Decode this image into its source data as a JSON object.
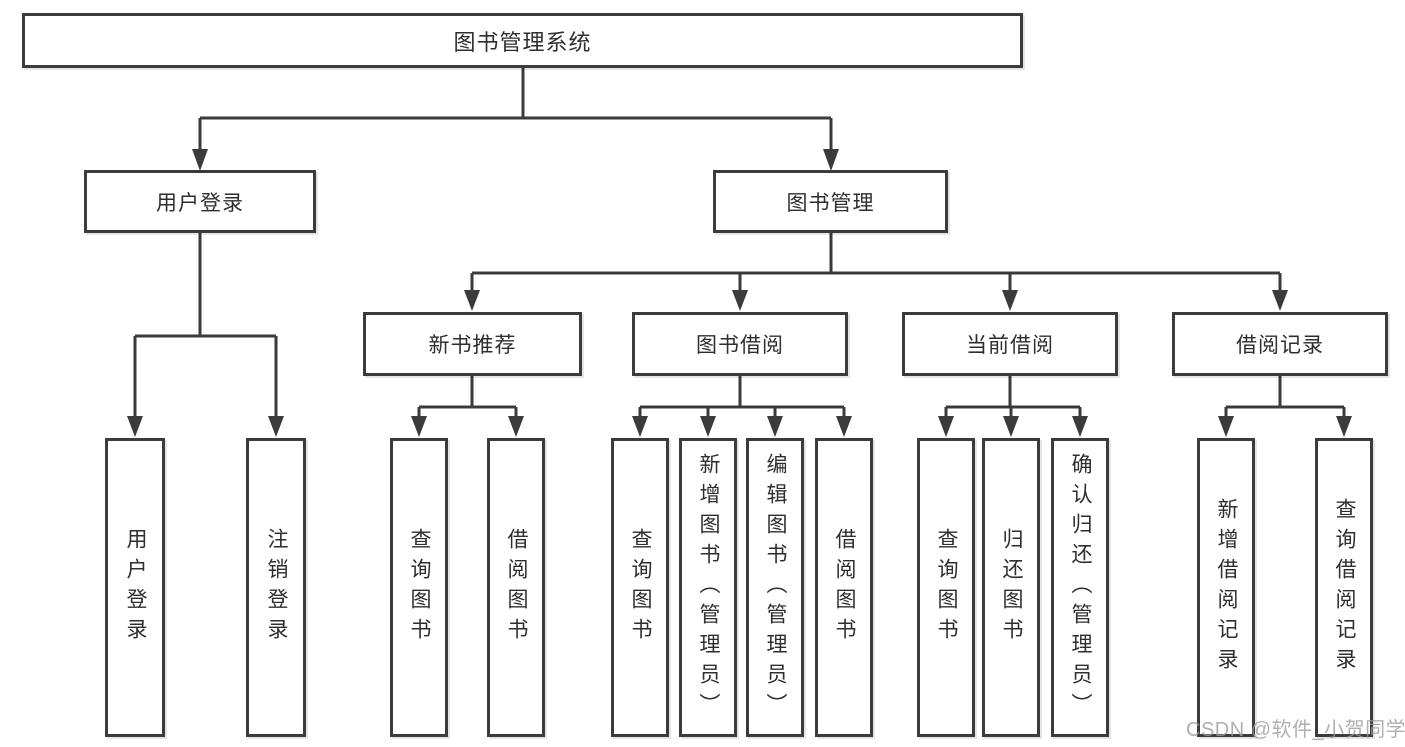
{
  "colors": {
    "line": "#3b3b3b",
    "box_border": "#3b3b3b",
    "text": "#2e2e2e",
    "background": "#ffffff",
    "watermark": "#9b9b9b"
  },
  "watermark": {
    "text": "CSDN @软件_小贺同学"
  },
  "tree": {
    "root": {
      "label": "图书管理系统",
      "children": [
        {
          "label": "用户登录",
          "children": [
            {
              "label": "用户登录"
            },
            {
              "label": "注销登录"
            }
          ]
        },
        {
          "label": "图书管理",
          "children": [
            {
              "label": "新书推荐",
              "children": [
                {
                  "label": "查询图书"
                },
                {
                  "label": "借阅图书"
                }
              ]
            },
            {
              "label": "图书借阅",
              "children": [
                {
                  "label": "查询图书"
                },
                {
                  "label": "新增图书（管理员）"
                },
                {
                  "label": "编辑图书（管理员）"
                },
                {
                  "label": "借阅图书"
                }
              ]
            },
            {
              "label": "当前借阅",
              "children": [
                {
                  "label": "查询图书"
                },
                {
                  "label": "归还图书"
                },
                {
                  "label": "确认归还（管理员）"
                }
              ]
            },
            {
              "label": "借阅记录",
              "children": [
                {
                  "label": "新增借阅记录"
                },
                {
                  "label": "查询借阅记录"
                }
              ]
            }
          ]
        }
      ]
    }
  }
}
